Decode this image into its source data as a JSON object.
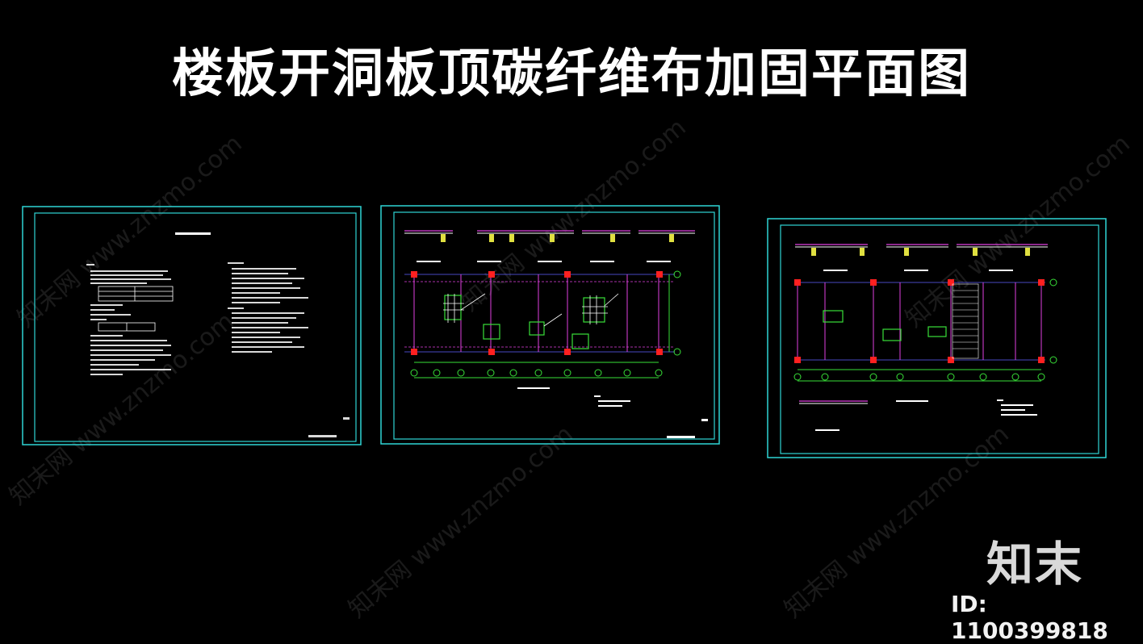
{
  "title": "楼板开洞板顶碳纤维布加固平面图",
  "brand": "知末",
  "id_text": "ID: 1100399818",
  "watermark": "知末网 www.znzmo.com",
  "sheets": [
    {
      "name": "design-notes-sheet"
    },
    {
      "name": "plan-sheet-1"
    },
    {
      "name": "plan-sheet-2"
    }
  ],
  "colors": {
    "frame": "#2fd5d5",
    "grid": "#38e038",
    "column": "#ff2020",
    "line": "#ffffff",
    "magenta": "#e040e0",
    "yellow": "#e0e040",
    "blue": "#6060ff"
  }
}
